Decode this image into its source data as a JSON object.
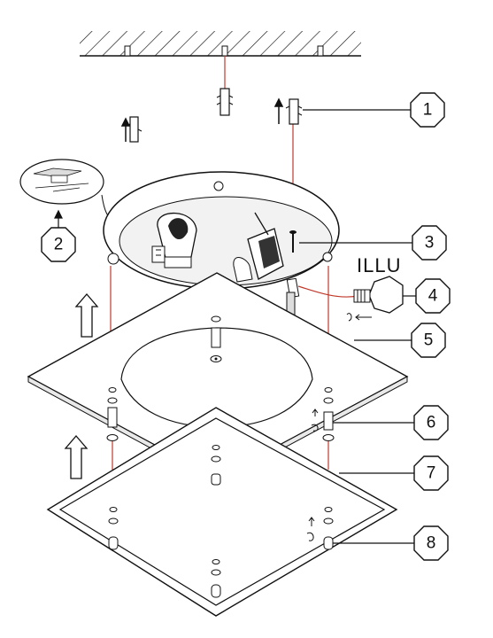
{
  "diagram": {
    "bulb_label": "ILLU",
    "callouts": [
      {
        "id": "callout-1",
        "label": "1"
      },
      {
        "id": "callout-2",
        "label": "2"
      },
      {
        "id": "callout-3",
        "label": "3"
      },
      {
        "id": "callout-4",
        "label": "4"
      },
      {
        "id": "callout-5",
        "label": "5"
      },
      {
        "id": "callout-6",
        "label": "6"
      },
      {
        "id": "callout-7",
        "label": "7"
      },
      {
        "id": "callout-8",
        "label": "8"
      }
    ],
    "colors": {
      "line": "#111111",
      "guide": "#c0392b",
      "fill": "#ffffff",
      "shade": "#e9e9e9"
    }
  }
}
